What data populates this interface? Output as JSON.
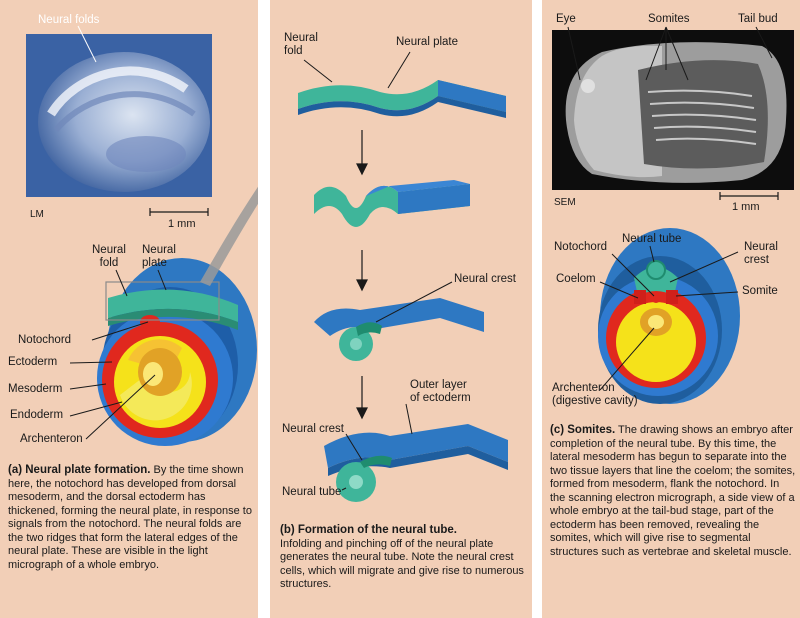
{
  "panel_a": {
    "photo_label": "Neural folds",
    "micrograph_tag": "LM",
    "scale": "1 mm",
    "labels": {
      "neural_fold": "Neural\nfold",
      "neural_plate": "Neural\nplate",
      "notochord": "Notochord",
      "ectoderm": "Ectoderm",
      "mesoderm": "Mesoderm",
      "endoderm": "Endoderm",
      "archenteron": "Archenteron"
    },
    "caption_title": "(a) Neural plate formation.",
    "caption_body": " By the time shown here, the notochord has developed from dorsal mesoderm, and the dorsal ectoderm has thickened, forming the neural plate, in response to signals from the notochord. The neural folds are the two ridges that form the lateral edges of the neural plate. These are visible in the light micrograph of a whole embryo."
  },
  "panel_b": {
    "labels": {
      "neural_fold": "Neural\nfold",
      "neural_plate": "Neural plate",
      "neural_crest_1": "Neural crest",
      "outer_layer": "Outer layer\nof ectoderm",
      "neural_crest_2": "Neural crest",
      "neural_tube": "Neural tube"
    },
    "caption_title": "(b) Formation of the neural tube.",
    "caption_body": "Infolding and pinching off of the neural plate generates the neural tube. Note the neural crest cells, which will migrate and give rise to numerous structures."
  },
  "panel_c": {
    "labels": {
      "eye": "Eye",
      "somites": "Somites",
      "tail_bud": "Tail bud",
      "neural_tube": "Neural tube",
      "notochord": "Notochord",
      "neural_crest": "Neural\ncrest",
      "coelom": "Coelom",
      "somite": "Somite",
      "archenteron": "Archenteron\n(digestive cavity)"
    },
    "micrograph_tag": "SEM",
    "scale": "1 mm",
    "caption_title": "(c) Somites.",
    "caption_body": " The drawing shows an embryo after completion of the neural tube. By this time, the lateral mesoderm has begun to separate into the two tissue layers that line the coelom; the somites, formed from mesoderm, flank the notochord. In the scanning electron micrograph, a side view of a whole embryo at the tail-bud stage, part of the ectoderm has been removed, revealing the somites, which will give rise to segmental structures such as vertebrae and skeletal muscle."
  },
  "colors": {
    "panel_bg": "#f2cfb7",
    "ectoderm_blue": "#2e78c2",
    "neural_green": "#3fb59a",
    "mesoderm_red": "#e0281e",
    "endoderm_yellow": "#f5e21a",
    "connector_gray": "#9a9a9a"
  }
}
